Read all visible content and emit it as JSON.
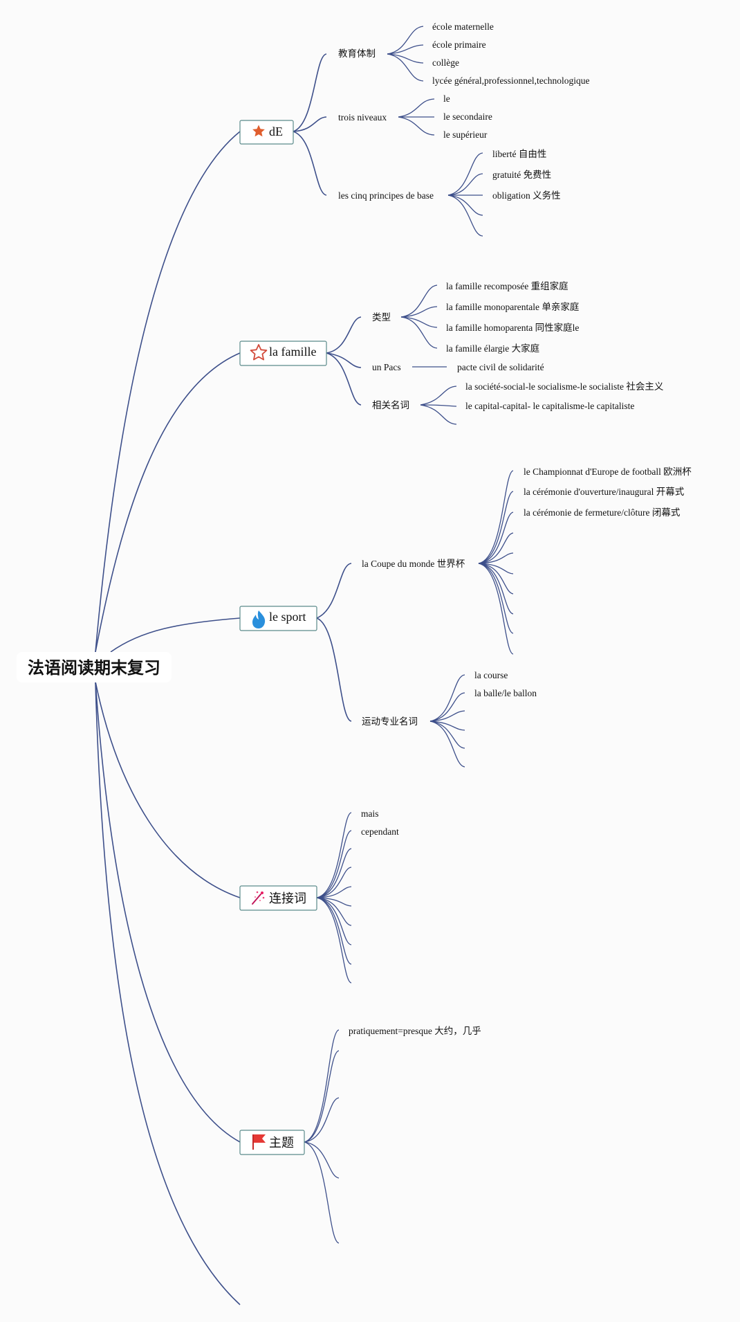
{
  "title": "法语阅读期末复习",
  "branches": [
    {
      "label": "dE",
      "icon": "star-filled-icon",
      "children": [
        {
          "label": "教育体制",
          "children": [
            "école maternelle",
            "école primaire",
            "collège",
            "lycée général,professionnel,technologique"
          ]
        },
        {
          "label": "trois niveaux",
          "children": [
            "le",
            "le secondaire",
            "le supérieur"
          ]
        },
        {
          "label": "les cinq principes de base",
          "children": [
            "liberté 自由性",
            "gratuité 免费性",
            "obligation 义务性",
            "",
            ""
          ]
        }
      ]
    },
    {
      "label": "la famille",
      "icon": "star-outline-icon",
      "children": [
        {
          "label": "类型",
          "children": [
            "la famille recomposée 重组家庭",
            "la famille monoparentale 单亲家庭",
            "la famille homoparenta 同性家庭le",
            "la famille élargie 大家庭"
          ]
        },
        {
          "label": "un Pacs",
          "children": [
            "pacte civil de solidarité"
          ]
        },
        {
          "label": "相关名词",
          "children": [
            "la société-social-le socialisme-le socialiste 社会主义",
            "le capital-capital- le capitalisme-le capitaliste",
            ""
          ]
        }
      ]
    },
    {
      "label": "le sport",
      "icon": "fire-icon",
      "children": [
        {
          "label": "la Coupe du monde 世界杯",
          "children": [
            "le Championnat d'Europe de football 欧洲杯",
            "la cérémonie d'ouverture/inaugural 开幕式",
            "la cérémonie de fermeture/clôture 闭幕式",
            "",
            "",
            "",
            "",
            "",
            "",
            ""
          ]
        },
        {
          "label": "运动专业名词",
          "children": [
            "la course",
            "la balle/le ballon",
            "",
            "",
            "",
            ""
          ]
        }
      ]
    },
    {
      "label": "连接词",
      "icon": "sparkle-icon",
      "children": [
        "mais",
        "cependant",
        "",
        "",
        "",
        "",
        "",
        "",
        "",
        ""
      ]
    },
    {
      "label": "主题",
      "icon": "flag-icon",
      "children": [
        "pratiquement=presque 大约，几乎",
        "",
        "",
        "",
        ""
      ]
    }
  ]
}
